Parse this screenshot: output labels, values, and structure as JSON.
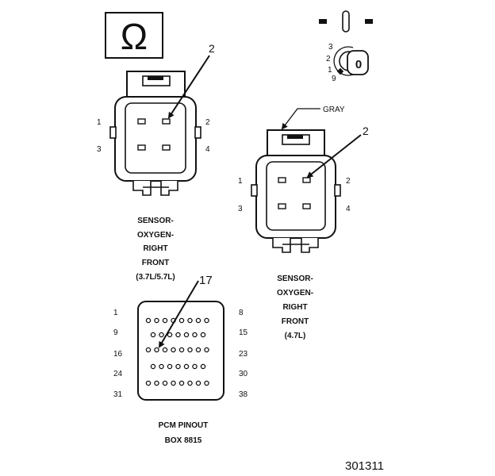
{
  "ohm_symbol": "Ω",
  "callout_number": "2",
  "wire_color_label": "GRAY",
  "connector_left": {
    "pins": [
      "1",
      "2",
      "3",
      "4"
    ],
    "title_lines": [
      "SENSOR-",
      "OXYGEN-",
      "RIGHT",
      "FRONT",
      "(3.7L/5.7L)"
    ]
  },
  "connector_right": {
    "pins": [
      "1",
      "2",
      "3",
      "4"
    ],
    "title_lines": [
      "SENSOR-",
      "OXYGEN-",
      "RIGHT",
      "FRONT",
      "(4.7L)"
    ]
  },
  "ignition_switch": {
    "positions": [
      "3",
      "2",
      "1",
      "9"
    ],
    "key_label": "0"
  },
  "pcm": {
    "callout": "17",
    "left_pins": [
      "1",
      "9",
      "16",
      "24",
      "31"
    ],
    "right_pins": [
      "8",
      "15",
      "23",
      "30",
      "38"
    ],
    "title_lines": [
      "PCM PINOUT",
      "BOX 8815"
    ]
  },
  "figure_number": "301311"
}
